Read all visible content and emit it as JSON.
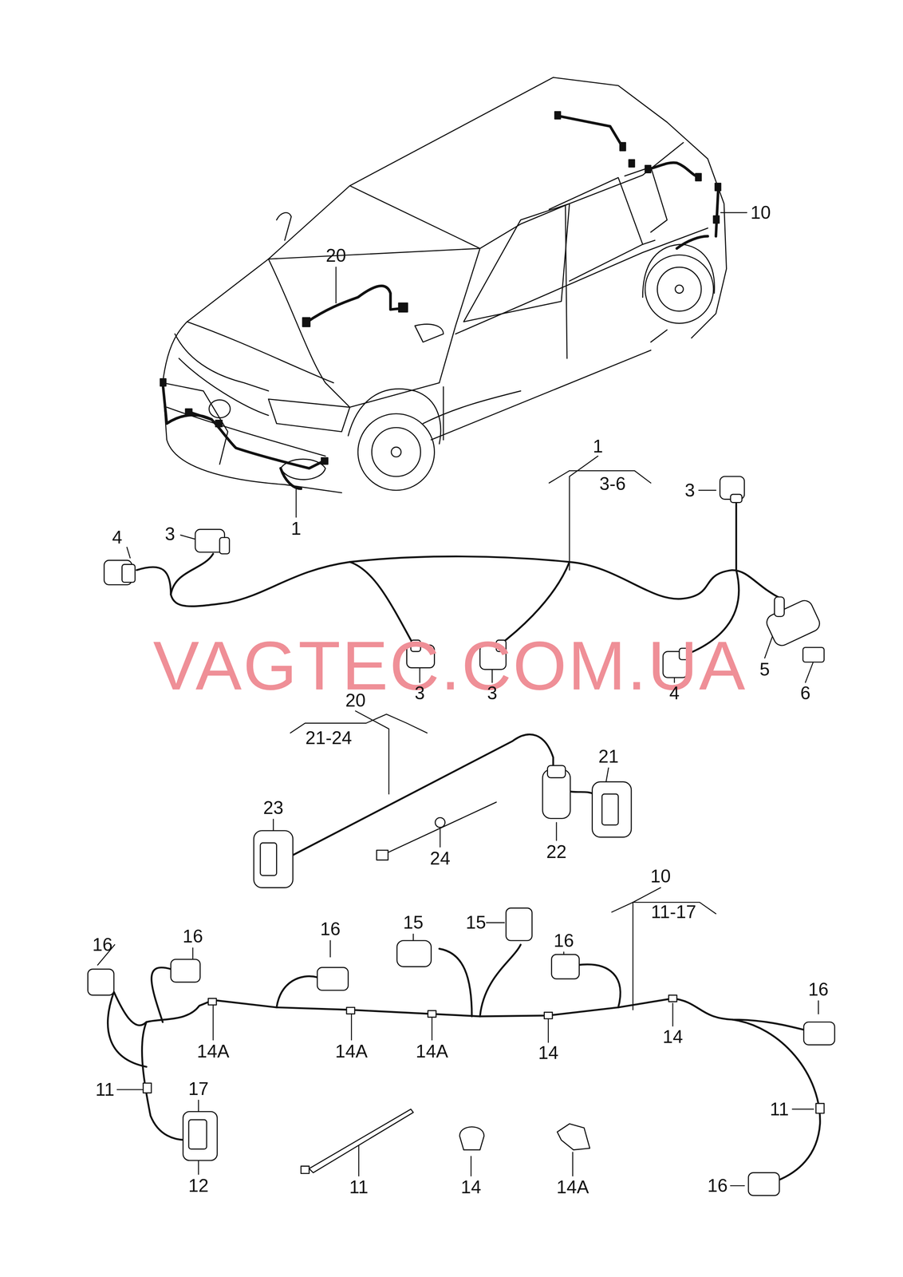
{
  "diagram": {
    "labels": [
      "20",
      "10",
      "1",
      "1",
      "3-6",
      "3",
      "4",
      "3",
      "VAGTEC.COM.UA",
      "3",
      "3",
      "4",
      "5",
      "6",
      "20",
      "21-24",
      "21",
      "23",
      "24",
      "22",
      "10",
      "11-17",
      "16",
      "16",
      "16",
      "15",
      "15",
      "16",
      "16",
      "14A",
      "14A",
      "14A",
      "14",
      "14",
      "11",
      "17",
      "11",
      "12",
      "11",
      "14",
      "14A",
      "16"
    ]
  }
}
